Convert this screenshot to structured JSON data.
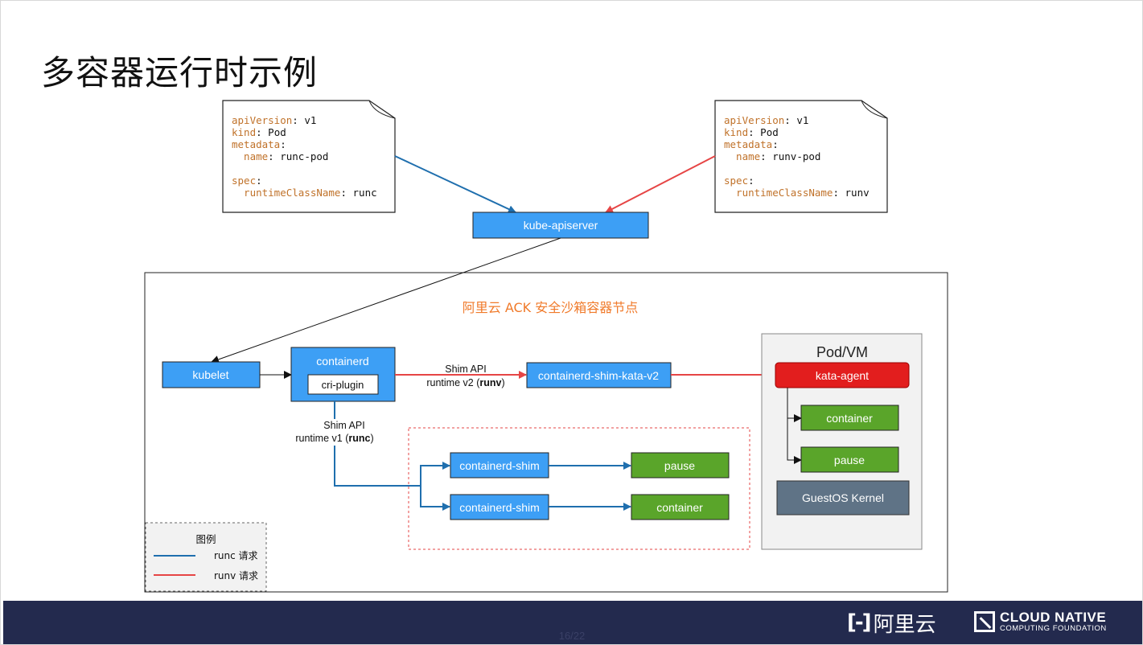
{
  "slide": {
    "title": "多容器运行时示例",
    "page_indicator": "16/22"
  },
  "yaml_left": {
    "line1_key": "apiVersion",
    "line1_val": " v1",
    "line2_key": "kind",
    "line2_val": " Pod",
    "line3_key": "metadata",
    "line4_key": "  name",
    "line4_val": " runc-pod",
    "line5_key": "spec",
    "line6_key": "  runtimeClassName",
    "line6_val": " runc"
  },
  "yaml_right": {
    "line1_key": "apiVersion",
    "line1_val": " v1",
    "line2_key": "kind",
    "line2_val": " Pod",
    "line3_key": "metadata",
    "line4_key": "  name",
    "line4_val": " runv-pod",
    "line5_key": "spec",
    "line6_key": "  runtimeClassName",
    "line6_val": " runv"
  },
  "nodes": {
    "kube_apiserver": "kube-apiserver",
    "node_title": "阿里云 ACK 安全沙箱容器节点",
    "kubelet": "kubelet",
    "containerd": "containerd",
    "cri_plugin": "cri-plugin",
    "shim_kata": "containerd-shim-kata-v2",
    "shim_1": "containerd-shim",
    "shim_2": "containerd-shim",
    "pause": "pause",
    "container": "container",
    "podvm_title": "Pod/VM",
    "kata_agent": "kata-agent",
    "vm_container": "container",
    "vm_pause": "pause",
    "guest_kernel": "GuestOS Kernel"
  },
  "edge_labels": {
    "v2_line1": "Shim API",
    "v2_line2_prefix": "runtime v2 (",
    "v2_bold": "runv",
    "v2_suffix": ")",
    "v1_line1": "Shim API",
    "v1_line2_prefix": "runtime v1 (",
    "v1_bold": "runc",
    "v1_suffix": ")"
  },
  "legend": {
    "title": "图例",
    "runc": "runc 请求",
    "runv": "runv 请求"
  },
  "footer": {
    "aliyun_mark": "[-]",
    "aliyun": "阿里云",
    "cncf_line1": "CLOUD NATIVE",
    "cncf_line2": "COMPUTING FOUNDATION"
  },
  "colors": {
    "blue_box": "#3d9ff5",
    "runc_line": "#1f6fae",
    "runv_line": "#e64545",
    "green_box": "#5aa52a",
    "red_box": "#e21e1e",
    "kernel_box": "#5f7386",
    "orange_text": "#f07a2a",
    "footer_bg": "#232a4e"
  }
}
